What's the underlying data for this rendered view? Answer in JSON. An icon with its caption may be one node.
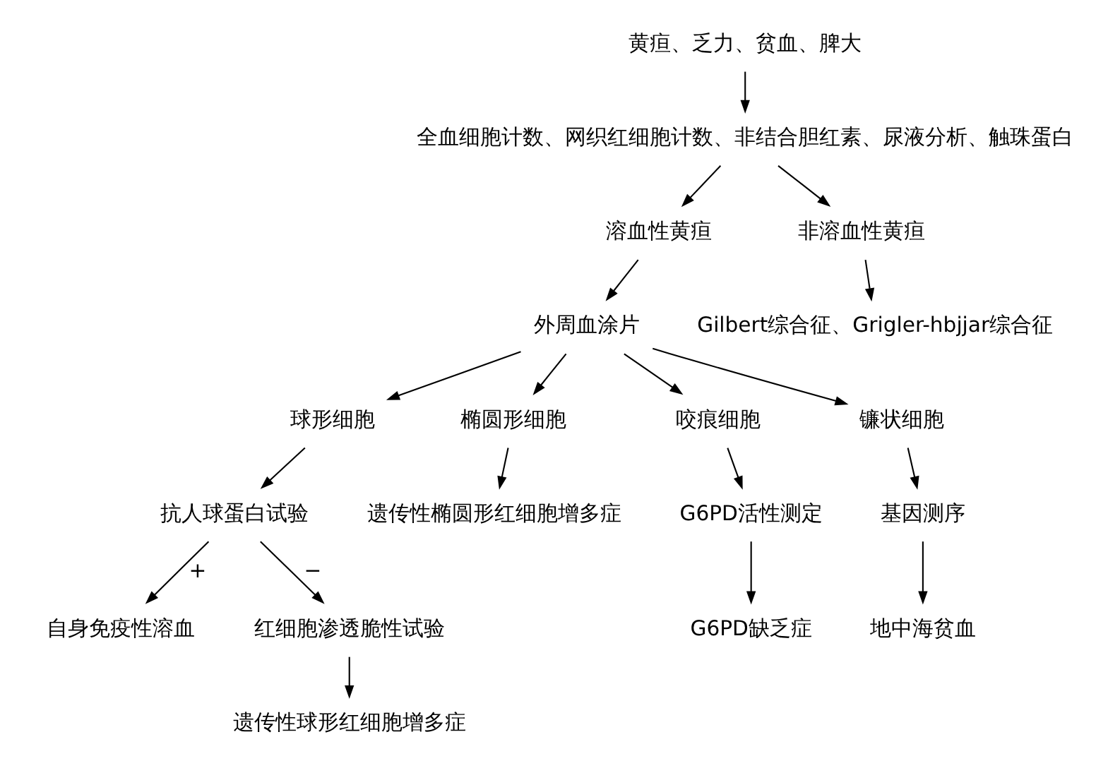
{
  "diagram": {
    "nodes": [
      {
        "text": [
          "黄疸、乏力、贫血、脾大"
        ]
      },
      {
        "text": [
          "全血细胞计数、网织红细胞计数、非结合胆红素、尿液分析、触珠蛋白"
        ]
      },
      {
        "text": [
          "溶血性黄疸"
        ]
      },
      {
        "text": [
          "非溶血性黄疸"
        ]
      },
      {
        "text": [
          "外周血涂片"
        ]
      },
      {
        "text": [
          "Gilbert综合征、Grigler-hbjjar综合征"
        ]
      },
      {
        "text": [
          "球形细胞"
        ]
      },
      {
        "text": [
          "椭圆形细胞"
        ]
      },
      {
        "text": [
          "咬痕细胞"
        ]
      },
      {
        "text": [
          "镰状细胞"
        ]
      },
      {
        "text": [
          "抗人球蛋白试验"
        ]
      },
      {
        "text": [
          "遗传性椭圆形红细胞增多症"
        ]
      },
      {
        "text": [
          "G6PD活性测定"
        ]
      },
      {
        "text": [
          "基因测序"
        ]
      },
      {
        "text": [
          "G6PD缺乏症"
        ]
      },
      {
        "text": [
          "地中海贫血"
        ]
      },
      {
        "text": [
          "自身免疫性溶血"
        ]
      },
      {
        "text": [
          "红细胞渗透脆性试验"
        ]
      },
      {
        "text": [
          "遗传性球形红细胞增多症"
        ]
      }
    ],
    "edges": [
      {
        "from": 0,
        "to": 1,
        "arrow": "to"
      },
      {
        "from": 1,
        "to": 2,
        "arrow": "to"
      },
      {
        "from": 1,
        "to": 3,
        "arrow": "to"
      },
      {
        "from": 2,
        "to": 4,
        "arrow": "to"
      },
      {
        "from": 3,
        "to": 5,
        "arrow": "to"
      },
      {
        "from": 4,
        "to": 6,
        "arrow": "to"
      },
      {
        "from": 4,
        "to": 7,
        "arrow": "to"
      },
      {
        "from": 4,
        "to": 8,
        "arrow": "to"
      },
      {
        "from": 4,
        "to": 9,
        "arrow": "to"
      },
      {
        "from": 6,
        "to": 10,
        "arrow": "to"
      },
      {
        "from": 7,
        "to": 11,
        "arrow": "to"
      },
      {
        "from": 8,
        "to": 12,
        "arrow": "to"
      },
      {
        "from": 9,
        "to": 13,
        "arrow": "to"
      },
      {
        "from": 12,
        "to": 14,
        "arrow": "to"
      },
      {
        "from": 13,
        "to": 15,
        "arrow": "to"
      },
      {
        "from": 10,
        "to": 16,
        "arrow": "to",
        "label": "+"
      },
      {
        "from": 10,
        "to": 17,
        "arrow": "to",
        "label": "−"
      },
      {
        "from": 17,
        "to": 18,
        "arrow": "to"
      }
    ]
  }
}
